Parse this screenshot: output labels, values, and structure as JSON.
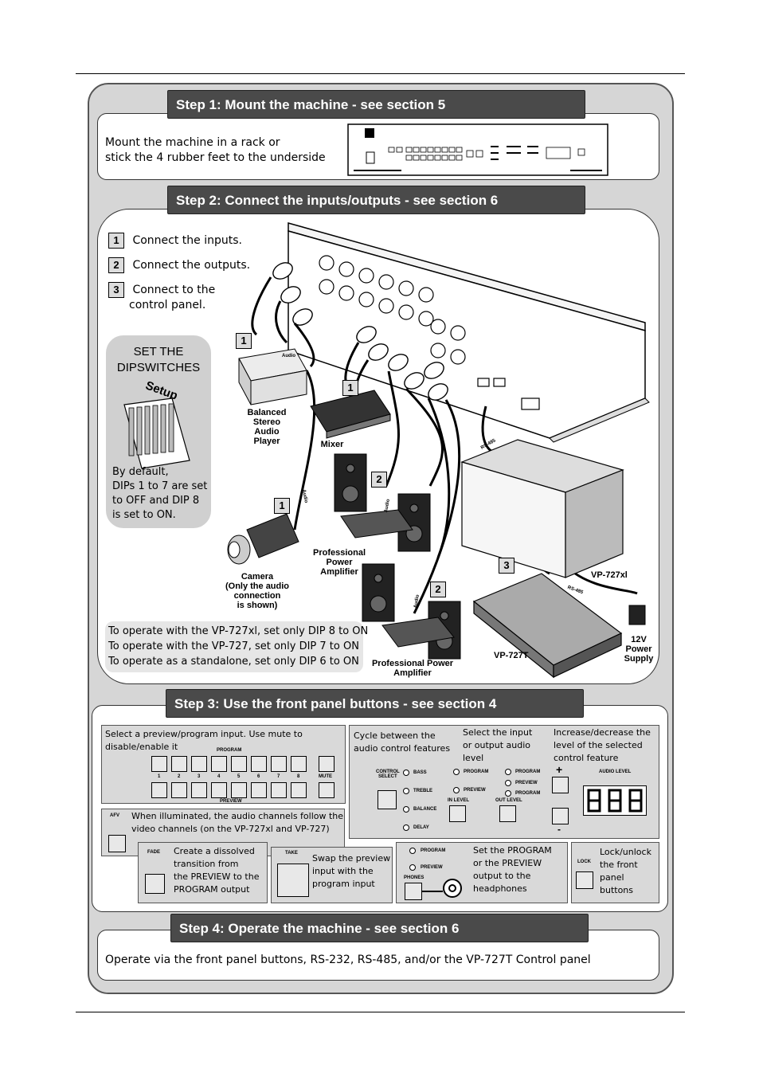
{
  "step1": {
    "title": "Step 1: Mount the machine - see section 5",
    "text1": "Mount the machine in a rack or",
    "text2": "stick the 4 rubber feet to the underside"
  },
  "step2": {
    "title": "Step 2: Connect the inputs/outputs - see section 6",
    "items": [
      {
        "num": "1",
        "text": "Connect the inputs."
      },
      {
        "num": "2",
        "text": "Connect the outputs."
      },
      {
        "num": "3",
        "text": "Connect to the"
      }
    ],
    "item3_line2": "control panel.",
    "dip_title1": "SET THE",
    "dip_title2": "DIPSWITCHES",
    "setup_label": "Setup",
    "dip_default": [
      "By default,",
      "DIPs 1 to 7 are set",
      "to OFF and DIP 8",
      "is set to ON."
    ],
    "operate_notes": [
      "To operate with the VP-727xl, set only DIP 8 to ON",
      "To operate with the VP-727, set only DIP 7 to ON",
      "To operate as a standalone, set only DIP 6 to ON"
    ],
    "captions": {
      "player": [
        "Balanced",
        "Stereo",
        "Audio",
        "Player"
      ],
      "mixer": "Mixer",
      "camera": [
        "Camera",
        "(Only the audio",
        "connection",
        "is shown)"
      ],
      "amp1": [
        "Professional",
        "Power",
        "Amplifier"
      ],
      "amp2": [
        "Professional Power",
        "Amplifier"
      ],
      "vp727xl": "VP-727xl",
      "vp727t": "VP-727T",
      "psu": [
        "12V",
        "Power",
        "Supply"
      ],
      "audio": "Audio",
      "rs485": "RS-485"
    },
    "badges": [
      "1",
      "1",
      "1",
      "2",
      "2",
      "3"
    ]
  },
  "step3": {
    "title": "Step 3: Use the front panel buttons - see section 4",
    "select_text": [
      "Select a preview/program input. Use mute to",
      "disable/enable it"
    ],
    "program_label": "Program",
    "preview_label": "Preview",
    "mute_label": "Mute",
    "numbers": [
      "1",
      "2",
      "3",
      "4",
      "5",
      "6",
      "7",
      "8"
    ],
    "cycle_text": [
      "Cycle between the",
      "audio control features"
    ],
    "select_io_text": [
      "Select the input",
      "or output  audio",
      "level"
    ],
    "incdec_text": [
      "Increase/decrease the",
      "level of the selected",
      "control feature"
    ],
    "control_select": [
      "Control",
      "Select"
    ],
    "features": [
      "Bass",
      "Treble",
      "Balance",
      "Delay"
    ],
    "in_leds": [
      "Program",
      "Preview"
    ],
    "in_level": "In Level",
    "out_leds": [
      "Program",
      "Preview",
      "Program"
    ],
    "out_level": "Out Level",
    "audio_level": "Audio Level",
    "plus": "+",
    "minus": "-",
    "afv_label": "AFV",
    "afv_text": [
      "When illuminated, the audio channels follow the",
      "video channels (on the VP-727xl and VP-727)"
    ],
    "fade_label": "Fade",
    "fade_text": [
      "Create a dissolved",
      "transition from",
      "the PREVIEW to the",
      "PROGRAM output"
    ],
    "take_label": "Take",
    "take_text": [
      "Swap the preview",
      "input with the",
      "program input"
    ],
    "phones_leds": [
      "Program",
      "Preview"
    ],
    "phones_label": "Phones",
    "phones_text": [
      "Set the PROGRAM",
      "or the PREVIEW",
      "output to the",
      "headphones"
    ],
    "lock_label": "Lock",
    "lock_text": [
      "Lock/unlock",
      "the front",
      "panel",
      "buttons"
    ]
  },
  "step4": {
    "title": "Step 4: Operate the machine - see section 6",
    "text": "Operate via the front panel buttons, RS-232, RS-485, and/or the VP-727T Control panel"
  },
  "colors": {
    "banner": "#4a4a4a",
    "frame": "#d6d6d6"
  }
}
